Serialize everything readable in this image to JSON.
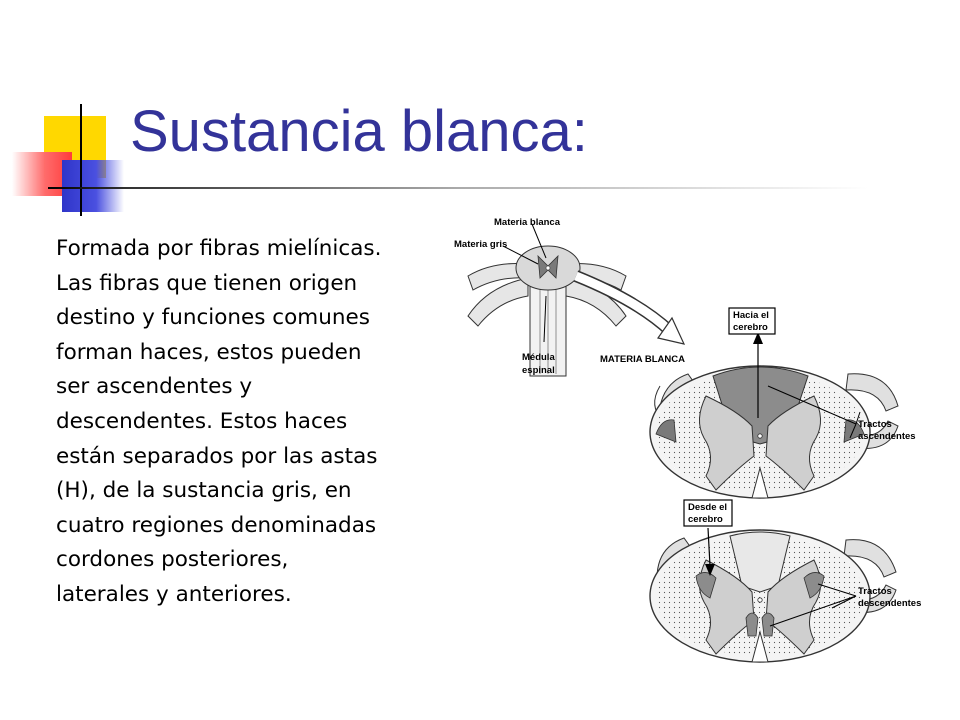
{
  "slide": {
    "title": "Sustancia blanca:",
    "body_lines": [
      "Formada por fibras mielínicas.",
      "Las fibras que tienen origen",
      "destino y funciones comunes",
      "forman haces, estos pueden",
      "ser ascendentes  y",
      "descendentes.  Estos haces",
      "están separados por las astas",
      "(H), de la sustancia gris, en",
      "cuatro regiones denominadas",
      "cordones posteriores,",
      "laterales y anteriores."
    ]
  },
  "diagram": {
    "labels": {
      "materia_blanca_top": "Materia blanca",
      "materia_gris": "Materia gris",
      "medula_line1": "Médula",
      "medula_line2": "espinal",
      "materia_blanca_center": "MATERIA BLANCA",
      "hacia_line1": "Hacia el",
      "hacia_line2": "cerebro",
      "tractos_asc_line1": "Tractos",
      "tractos_asc_line2": "ascendentes",
      "desde_line1": "Desde el",
      "desde_line2": "cerebro",
      "tractos_desc_line1": "Tractos",
      "tractos_desc_line2": "descendentes"
    }
  },
  "colors": {
    "title": "#333399",
    "deco_yellow": "#ffd800",
    "deco_red": "#ff3b3b",
    "deco_blue": "#2f35c9"
  }
}
